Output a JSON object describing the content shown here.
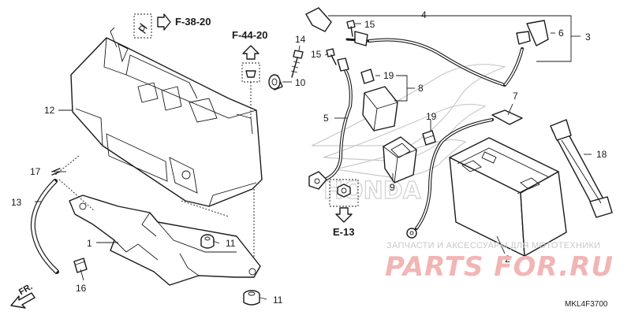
{
  "diagram": {
    "code": "MKL4F3700",
    "refs": {
      "f38": "F-38-20",
      "f44": "F-44-20",
      "e13": "E-13",
      "fr": "FR."
    },
    "callouts": {
      "n1": "1",
      "n2": "2",
      "n3": "3",
      "n4": "4",
      "n5": "5",
      "n6": "6",
      "n7": "7",
      "n8": "8",
      "n9": "9",
      "n10": "10",
      "n11a": "11",
      "n11b": "11",
      "n12": "12",
      "n13": "13",
      "n14": "14",
      "n15a": "15",
      "n15b": "15",
      "n16": "16",
      "n17": "17",
      "n18": "18",
      "n19a": "19",
      "n19b": "19"
    }
  },
  "watermark": {
    "caption": "ЗАПЧАСТИ И АКСЕССУАРЫ ДЛЯ МОТОТЕХНИКИ",
    "logo": "PARTS FOR.RU",
    "brand": "HONDA"
  }
}
